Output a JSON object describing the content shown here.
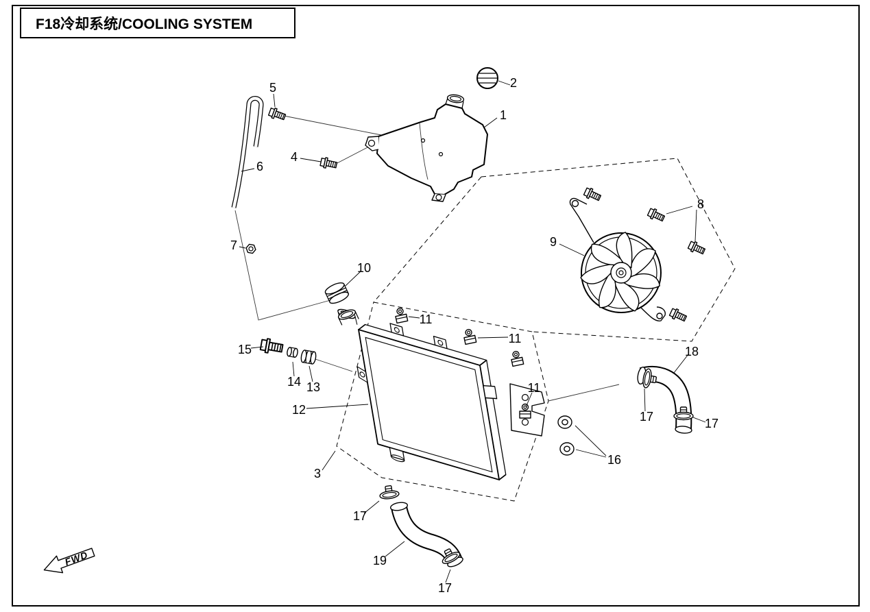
{
  "header": {
    "title": "F18冷却系统/COOLING SYSTEM"
  },
  "direction_marker": {
    "label": "FWD"
  },
  "colors": {
    "line": "#000000",
    "background": "#ffffff"
  },
  "callouts": [
    "1",
    "2",
    "3",
    "4",
    "5",
    "6",
    "7",
    "8",
    "9",
    "10",
    "11",
    "11",
    "11",
    "12",
    "13",
    "14",
    "15",
    "16",
    "17",
    "17",
    "17",
    "17",
    "18",
    "19"
  ]
}
